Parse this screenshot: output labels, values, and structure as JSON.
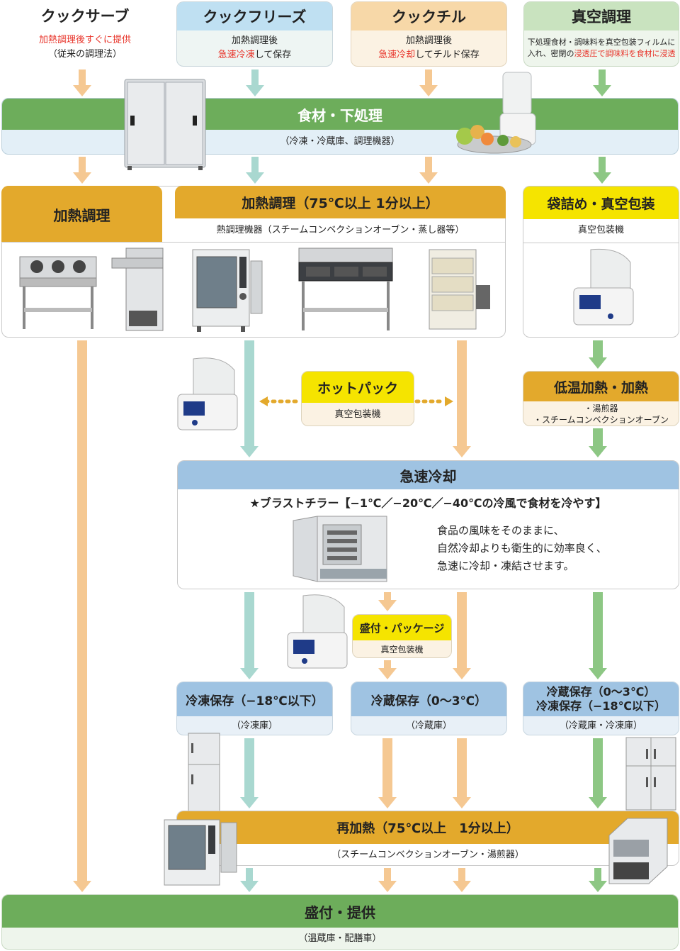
{
  "top": {
    "cooksurve": {
      "title": "クックサーブ",
      "desc_red": "加熱調理後すぐに提供",
      "desc": "（従来の調理法）"
    },
    "cookfreeze": {
      "title": "クックフリーズ",
      "desc1": "加熱調理後",
      "desc2_red": "急速冷凍",
      "desc2": "して保存"
    },
    "cookchill": {
      "title": "クックチル",
      "desc1": "加熱調理後",
      "desc2_red": "急速冷却",
      "desc2": "してチルド保存"
    },
    "vacuum": {
      "title": "真空調理",
      "desc1": "下処理食材・調味料を真空包装フィルムに",
      "desc2": "入れ、密閉の",
      "desc2_red": "浸透圧で調味料を食材に浸透"
    }
  },
  "prep": {
    "title": "食材・下処理",
    "sub": "（冷凍・冷蔵庫、調理機器）"
  },
  "cook_plain": {
    "title": "加熱調理"
  },
  "cook_heat": {
    "title": "加熱調理（75℃以上 1分以上）",
    "sub": "熱調理機器（スチームコンベクションオーブン・蒸し器等）"
  },
  "bagging": {
    "title": "袋詰め・真空包装",
    "sub": "真空包装機"
  },
  "hotpack": {
    "title": "ホットパック",
    "sub": "真空包装機"
  },
  "lowtemp": {
    "title": "低温加熱・加熱",
    "sub1": "・湯煎器",
    "sub2": "・スチームコンベクションオーブン"
  },
  "blast": {
    "title": "急速冷却",
    "headline": "★ブラストチラー【−1℃／−20℃／−40℃の冷風で食材を冷やす】",
    "lines": [
      "食品の風味をそのままに、",
      "自然冷却よりも衛生的に効率良く、",
      "急速に冷却・凍結させます。"
    ]
  },
  "package": {
    "title": "盛付・パッケージ",
    "sub": "真空包装機"
  },
  "freeze_store": {
    "title": "冷凍保存（−18℃以下）",
    "sub": "（冷凍庫）"
  },
  "chill_store": {
    "title": "冷蔵保存（0〜3℃）",
    "sub": "（冷蔵庫）"
  },
  "both_store": {
    "title1": "冷蔵保存（0〜3℃）",
    "title2": "冷凍保存（−18℃以下）",
    "sub": "（冷蔵庫・冷凍庫）"
  },
  "reheat": {
    "title": "再加熱（75℃以上　1分以上）",
    "sub": "（スチームコンベクションオーブン・湯煎器）"
  },
  "serve": {
    "title": "盛付・提供",
    "sub": "（温蔵庫・配膳車）"
  },
  "colors": {
    "orange_arrow": "#f5c892",
    "teal_arrow": "#a9d8d0",
    "green_arrow": "#8dc784",
    "green_bar": "#6dad5b",
    "gold": "#e3a92c",
    "yellow": "#f5e400",
    "blue": "#9fc3e2"
  }
}
